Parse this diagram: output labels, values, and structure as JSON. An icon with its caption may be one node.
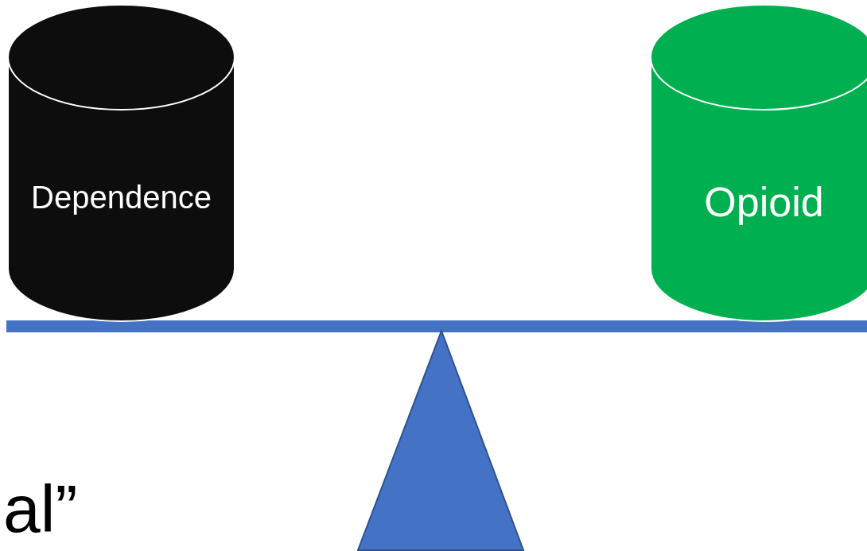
{
  "diagram": {
    "nodes": [
      {
        "text": [
          "Dependence"
        ]
      },
      {
        "text": [
          "Opioid"
        ]
      }
    ],
    "labels": [
      "al”"
    ]
  }
}
